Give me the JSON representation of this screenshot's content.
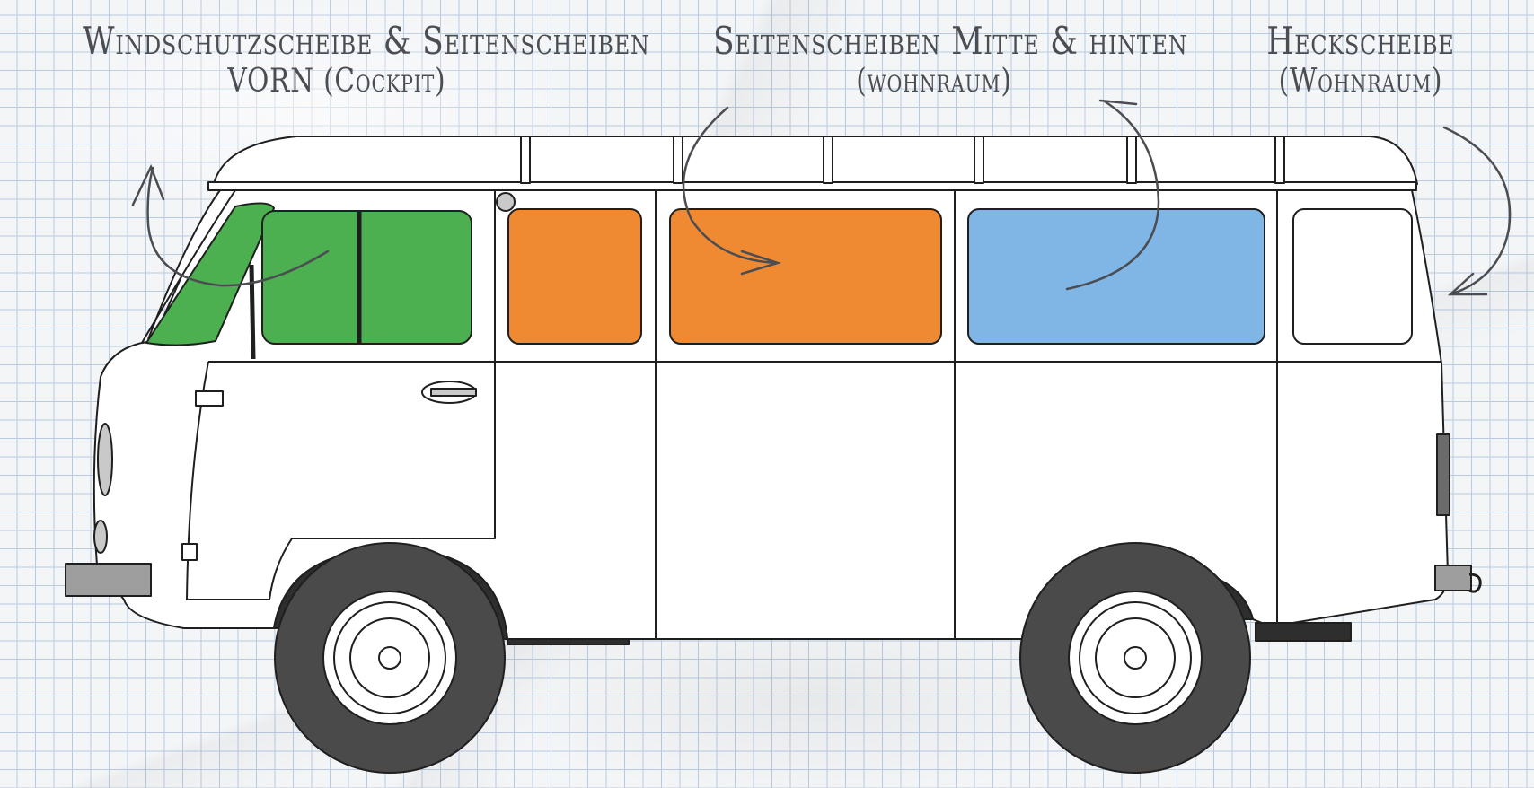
{
  "labels": {
    "front": {
      "line1": "Windschutzscheibe & Seitenscheiben",
      "line2": "VORN (Cockpit)",
      "color": "#4caf50"
    },
    "middle": {
      "line1": "Seitenscheiben Mitte & hinten",
      "line2": "(wohnraum)",
      "color": "#f08a32"
    },
    "rear": {
      "line1": "Heckscheibe",
      "line2": "(Wohnraum)",
      "color": "#7fb6e6"
    }
  },
  "colors": {
    "green": "#4caf50",
    "orange": "#f08a32",
    "blue": "#7fb6e6",
    "outline": "#1f1f1f",
    "tire": "#4a4a4a",
    "ink": "#4b4d52"
  }
}
